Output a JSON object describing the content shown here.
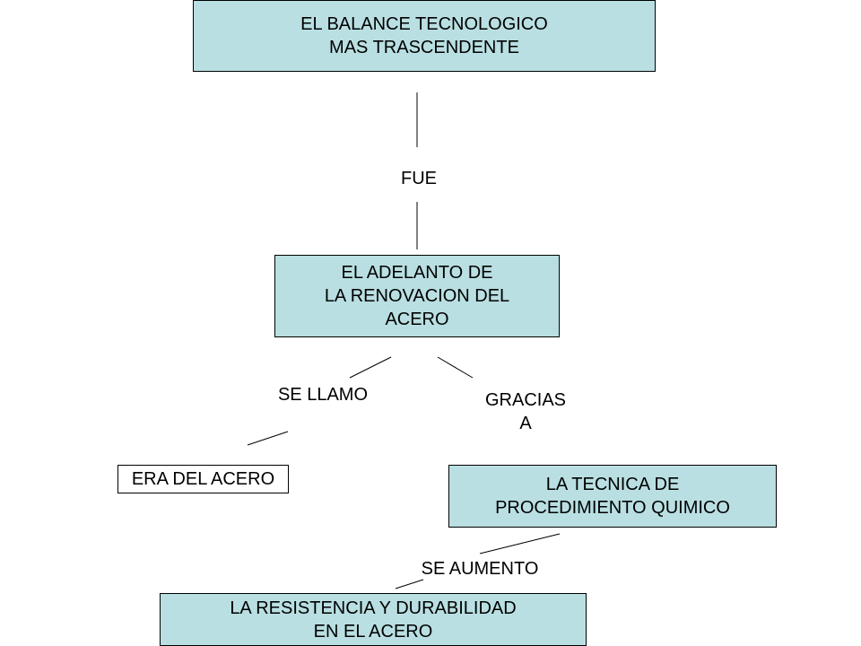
{
  "nodes": {
    "top": {
      "line1": "EL BALANCE TECNOLOGICO",
      "line2": "MAS TRASCENDENTE"
    },
    "middle": {
      "line1": "EL ADELANTO DE",
      "line2": "LA RENOVACION DEL",
      "line3": "ACERO"
    },
    "era": {
      "line1": "ERA DEL ACERO"
    },
    "tecnica": {
      "line1": "LA TECNICA DE",
      "line2": "PROCEDIMIENTO QUIMICO"
    },
    "resistencia": {
      "line1": "LA RESISTENCIA Y DURABILIDAD",
      "line2": "EN EL ACERO"
    }
  },
  "links": {
    "fue": "FUE",
    "se_llamo": "SE LLAMO",
    "gracias": {
      "line1": "GRACIAS",
      "line2": "A"
    },
    "se_aumento": "SE AUMENTO"
  },
  "colors": {
    "node_fill": "#b9dfe2",
    "border": "#000000",
    "background": "#ffffff"
  }
}
